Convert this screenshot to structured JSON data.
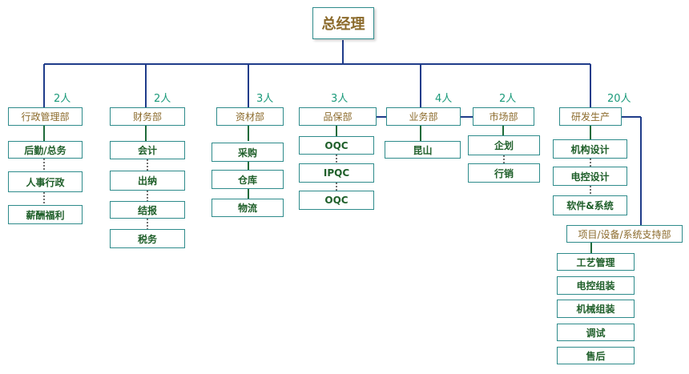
{
  "chart_data": {
    "type": "org-chart",
    "root": "总经理",
    "departments": [
      {
        "name": "行政管理部",
        "count": "2人",
        "children": [
          "后勤/总务",
          "人事行政",
          "薪酬福利"
        ]
      },
      {
        "name": "财务部",
        "count": "2人",
        "children": [
          "会计",
          "出纳",
          "结报",
          "税务"
        ]
      },
      {
        "name": "资材部",
        "count": "3人",
        "children": [
          "采购",
          "仓库",
          "物流"
        ]
      },
      {
        "name": "品保部",
        "count": "3人",
        "children": [
          "OQC",
          "IPQC",
          "OQC"
        ]
      },
      {
        "name": "业务部",
        "count": "4人",
        "children": [
          "昆山"
        ]
      },
      {
        "name": "市场部",
        "count": "2人",
        "children": [
          "企划",
          "行销"
        ]
      },
      {
        "name": "研发生产",
        "count": "20人",
        "children": [
          "机构设计",
          "电控设计",
          "软件&系统"
        ]
      }
    ],
    "support": {
      "name": "项目/设备/系统支持部",
      "children": [
        "工艺管理",
        "电控组装",
        "机械组装",
        "调试",
        "售后"
      ]
    }
  },
  "colors": {
    "main_line": "#1f3c8a",
    "branch_line": "#1f6b3a",
    "box_border": "#2e8b8b",
    "dept_text": "#8b6a2b",
    "count_text": "#1a9a7a",
    "child_text": "#1f5f2a"
  }
}
